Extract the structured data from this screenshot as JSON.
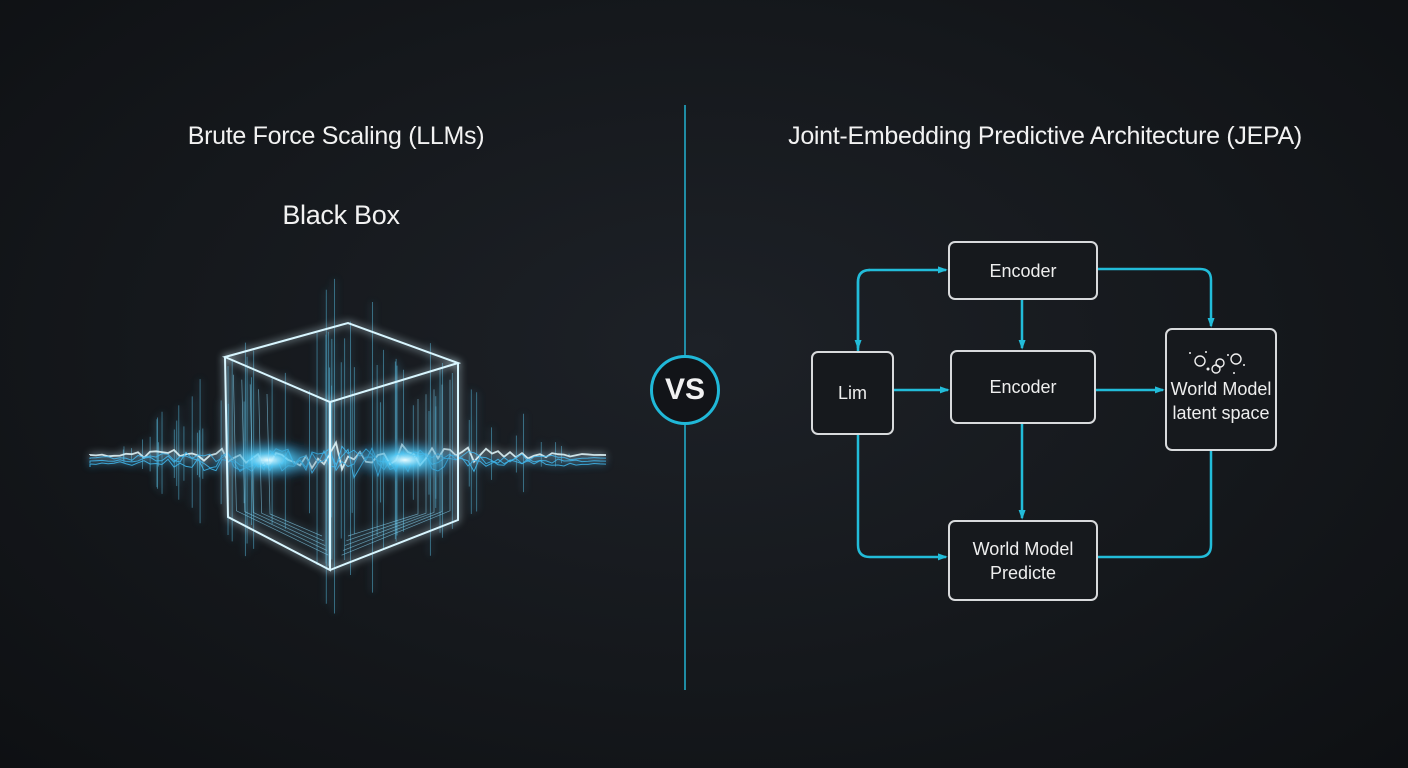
{
  "left": {
    "heading": "Brute Force Scaling (LLMs)",
    "subheading": "Black Box"
  },
  "divider": {
    "label": "VS"
  },
  "right": {
    "heading": "Joint-Embedding Predictive Architecture (JEPA)",
    "nodes": {
      "encoder_top": "Encoder",
      "lim": "Lim",
      "encoder_mid": "Encoder",
      "world_latent_1": "World Model",
      "world_latent_2": "latent space",
      "predictor_1": "World Model",
      "predictor_2": "Predicte"
    }
  },
  "colors": {
    "accent": "#22bcd9",
    "glow": "#5fd4ff",
    "box_border": "#d8dadc"
  }
}
